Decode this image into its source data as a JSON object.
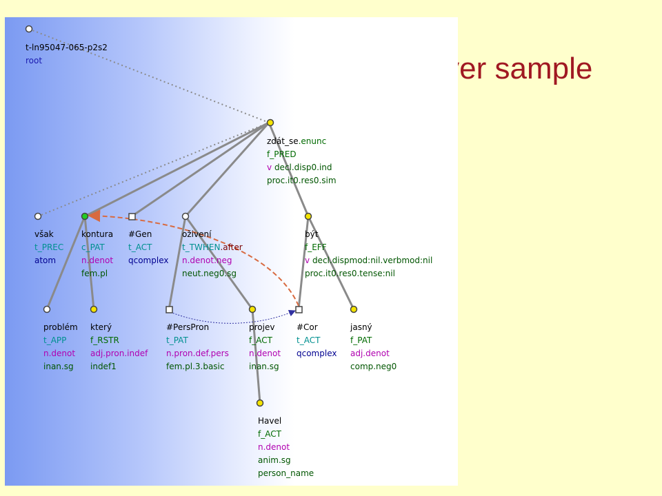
{
  "slide": {
    "title": "t-layer sample"
  },
  "colors": {
    "title": "#a01822",
    "background": "#ffffcc",
    "edge": "#8a8a8a",
    "coref_grammatical": "#d86a40",
    "coref_textual": "#3030a0",
    "node_yellow": "#f5e400",
    "node_green": "#22cc22",
    "node_white": "#ffffff"
  },
  "tree": {
    "root": {
      "lines": [
        "t-ln95047-065-p2s2",
        "root"
      ]
    },
    "nodes": {
      "zdat_se": {
        "lemma": "zdát_se",
        "sentmod": ".enunc",
        "functor": "f_PRED",
        "sempos_v": "v",
        "gram1": "decl.disp0.ind",
        "gram2": "proc.it0.res0.sim"
      },
      "vsak": {
        "lemma": "však",
        "functor": "t_PREC",
        "nodetype": "atom"
      },
      "kontura": {
        "lemma": "kontura",
        "functor": "c_PAT",
        "sempos": "n.denot",
        "gram": "fem.pl"
      },
      "gen": {
        "lemma": "#Gen",
        "functor": "t_ACT",
        "nodetype": "qcomplex"
      },
      "ozivent": {
        "lemma": "oživení",
        "functor": "t_TWHEN",
        "functor_suffix": ".after",
        "sempos": "n.denot.neg",
        "gram": "neut.neg0.sg"
      },
      "byt": {
        "lemma": "být",
        "functor": "f_EFF",
        "sempos_v": "v",
        "gram1": "decl.dispmod:nil.verbmod:nil",
        "gram2": "proc.it0.res0.tense:nil"
      },
      "problem": {
        "lemma": "problém",
        "functor": "t_APP",
        "sempos": "n.denot",
        "gram": "inan.sg"
      },
      "ktery": {
        "lemma": "který",
        "functor": "f_RSTR",
        "sempos": "adj.pron.indef",
        "gram": "indef1"
      },
      "perspron": {
        "lemma": "#PersPron",
        "functor": "t_PAT",
        "sempos": "n.pron.def.pers",
        "gram": "fem.pl.3.basic"
      },
      "projev": {
        "lemma": "projev",
        "functor": "f_ACT",
        "sempos": "n.denot",
        "gram": "inan.sg"
      },
      "cor": {
        "lemma": "#Cor",
        "functor": "t_ACT",
        "nodetype": "qcomplex"
      },
      "jasny": {
        "lemma": "jasný",
        "functor": "f_PAT",
        "sempos": "adj.denot",
        "gram": "comp.neg0"
      },
      "havel": {
        "lemma": "Havel",
        "functor": "f_ACT",
        "sempos": "n.denot",
        "gram": "anim.sg",
        "named_entity": "person_name"
      }
    }
  }
}
